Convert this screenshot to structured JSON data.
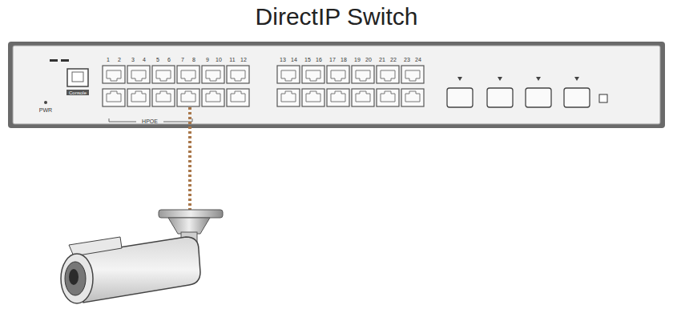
{
  "diagram": {
    "title": "DirectIP Switch",
    "labels": [
      "1",
      "2",
      "3",
      "4",
      "5",
      "6",
      "7",
      "8",
      "9",
      "10",
      "11",
      "12",
      "13",
      "14",
      "15",
      "16",
      "17",
      "18",
      "19",
      "20",
      "21",
      "22",
      "23",
      "24",
      "HPOE",
      "Console",
      "PWR"
    ]
  }
}
